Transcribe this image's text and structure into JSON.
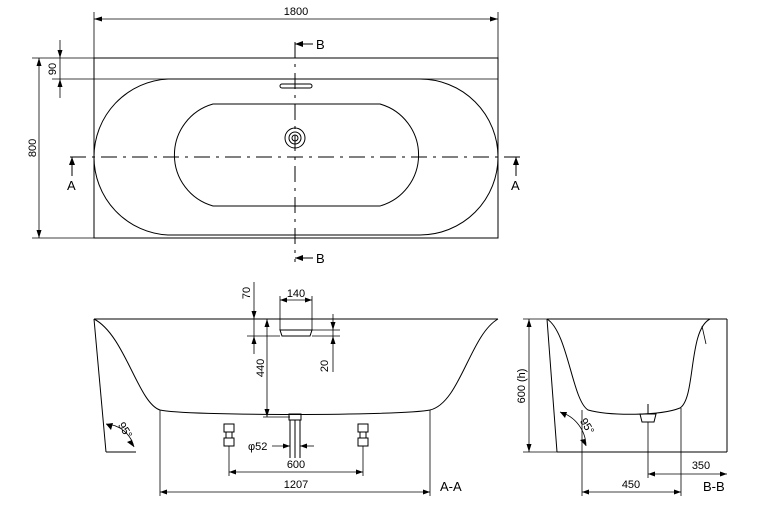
{
  "plan_view": {
    "dim_length": "1800",
    "dim_rim": "90",
    "dim_width": "800",
    "section_b_top": "B",
    "section_b_bottom": "B",
    "section_a_left": "A",
    "section_a_right": "A"
  },
  "section_aa": {
    "dim_overflow_width": "140",
    "dim_overflow_offset": "70",
    "dim_overflow_height": "20",
    "dim_depth": "440",
    "dim_waste_dia": "φ52",
    "dim_feet_spacing": "600",
    "dim_base_length": "1207",
    "dim_angle": "95°",
    "label": "A-A"
  },
  "section_bb": {
    "dim_height": "600 (h)",
    "dim_angle": "95°",
    "dim_waste_offset": "350",
    "dim_base_width": "450",
    "label": "B-B"
  }
}
